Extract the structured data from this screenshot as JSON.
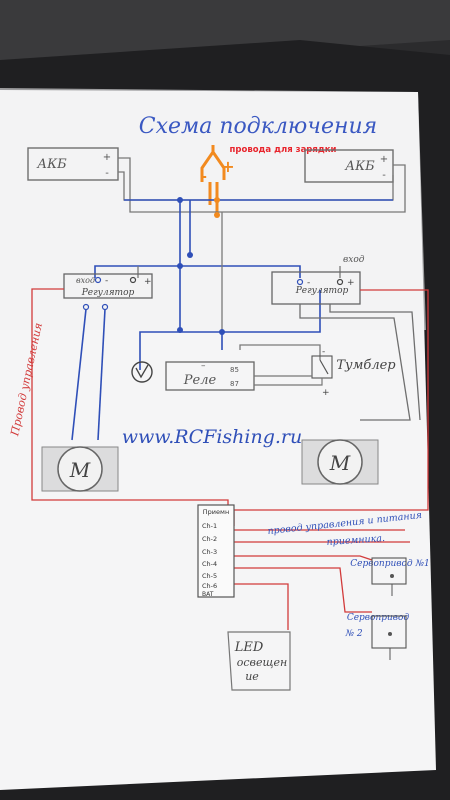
{
  "title": "Схема подключения",
  "charge_note": "провода для зарядки",
  "battery_left_label": "АКБ",
  "battery_right_label": "АКБ",
  "plus_sign": "+",
  "minus_sign": "-",
  "minus_dash": "–",
  "regulator_left": {
    "input_label": "вход",
    "name": "Регулятор"
  },
  "regulator_right": {
    "input_label": "вход",
    "name": "Регулятор"
  },
  "relay_label": "Реле",
  "relay_num_top": "85",
  "relay_num_bottom": "87",
  "toggle_label": "Тумблер",
  "motor_left_label": "М",
  "motor_right_label": "М",
  "website": "www.RCFishing.ru",
  "control_wires_left": "Провод управления",
  "receiver": {
    "title": "Приемн",
    "channels": [
      "Ch-1",
      "Ch-2",
      "Ch-3",
      "Ch-4",
      "Ch-5",
      "Ch-6",
      "BAT"
    ]
  },
  "control_power_note_1": "провод управления и питания",
  "control_power_note_2": "приемника.",
  "servo1_label": "Сервопривод №1",
  "servo2_label_1": "Сервопривод",
  "servo2_label_2": "№ 2",
  "led_label_1": "LED",
  "led_label_2": "освещен",
  "led_label_3": "ие",
  "colors": {
    "ink_blue": "#2f4fb8",
    "ink_red": "#d23b3b",
    "orange": "#f28a1f",
    "pencil": "#6f6f6f",
    "note_red": "#e8242c"
  }
}
